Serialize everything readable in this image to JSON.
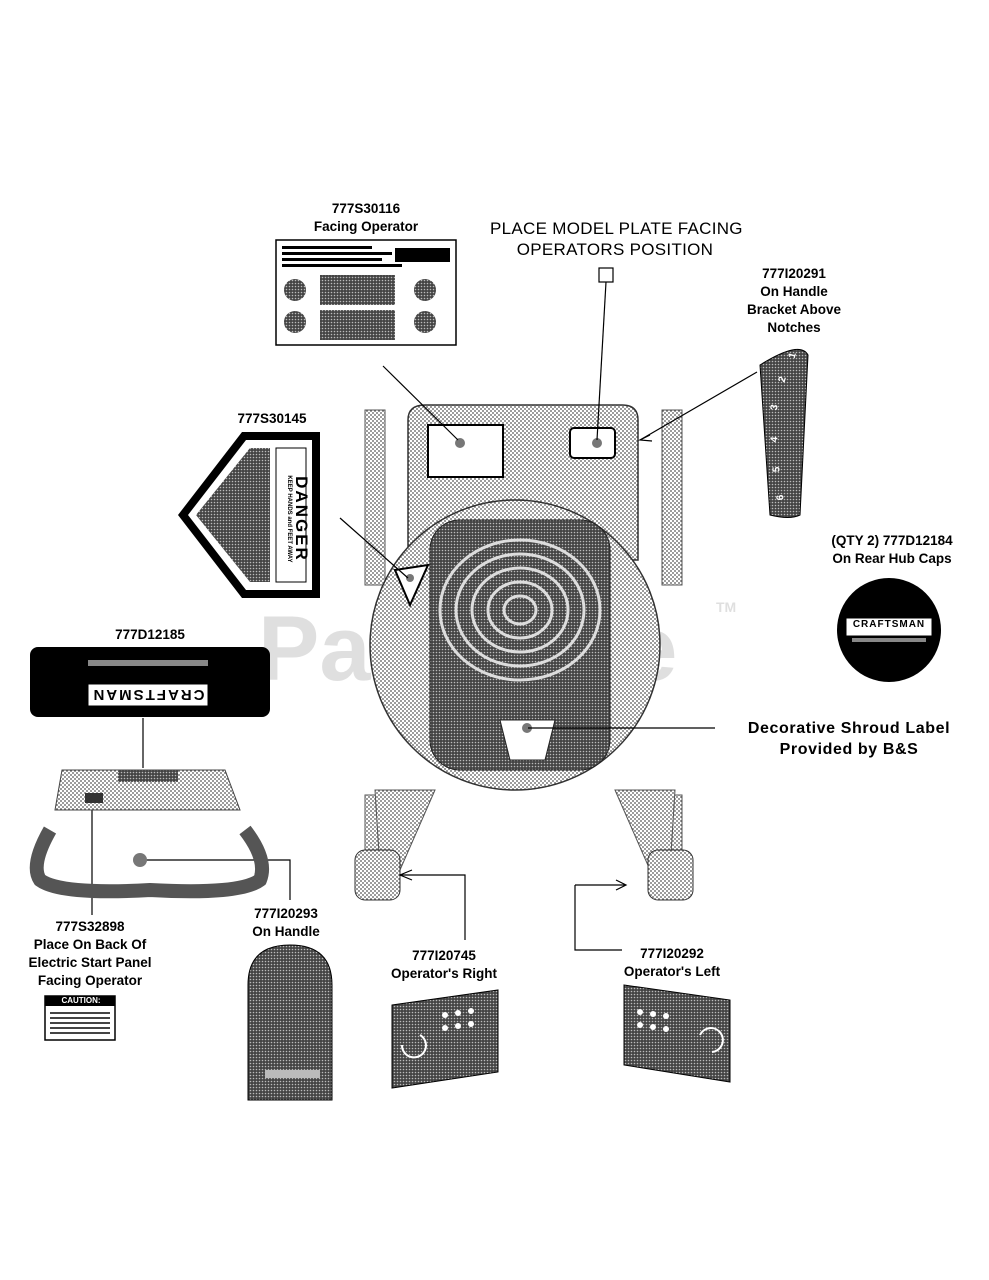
{
  "watermark": {
    "text": "PartsTree",
    "tm": "TM"
  },
  "labels": {
    "facing_operator": {
      "part": "777S30116",
      "desc": "Facing Operator"
    },
    "model_plate": {
      "line1": "PLACE MODEL PLATE FACING",
      "line2": "OPERATORS POSITION"
    },
    "handle_bracket": {
      "part": "777I20291",
      "line1": "On Handle",
      "line2": "Bracket Above",
      "line3": "Notches"
    },
    "danger_decal": {
      "part": "777S30145",
      "title": "DANGER",
      "subtitle": "KEEP HANDS and FEET AWAY"
    },
    "hub_caps": {
      "part": "(QTY 2) 777D12184",
      "desc": "On Rear Hub Caps",
      "logo": "CRAFTSMAN"
    },
    "electric_start": {
      "part": "777D12185",
      "logo": "CRAFTSMAN"
    },
    "shroud": {
      "line1": "Decorative Shroud Label",
      "line2": "Provided by B&S"
    },
    "panel_back": {
      "part": "777S32898",
      "line1": "Place On Back Of",
      "line2": "Electric Start Panel",
      "line3": "Facing Operator",
      "caution": "CAUTION:"
    },
    "on_handle": {
      "part": "777I20293",
      "desc": "On Handle"
    },
    "operator_right": {
      "part": "777I20745",
      "desc": "Operator's Right"
    },
    "operator_left": {
      "part": "777I20292",
      "desc": "Operator's Left"
    }
  },
  "notch_numbers": [
    "1",
    "2",
    "3",
    "4",
    "5",
    "6"
  ]
}
